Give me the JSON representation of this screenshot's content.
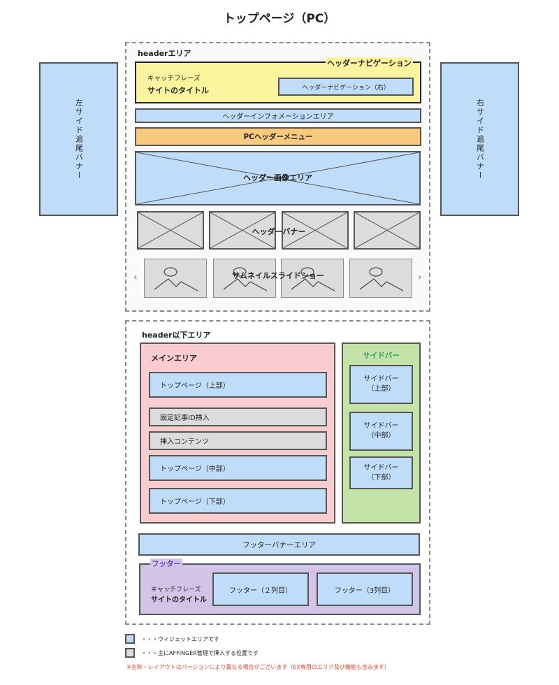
{
  "title": "トップページ（PC）",
  "left_banner": "左サイド追尾バナー",
  "right_banner": "右サイド追尾バナー",
  "header_area": {
    "label": "headerエリア",
    "nav_tag": "ヘッダーナビゲーション",
    "catchphrase": "キャッチフレーズ",
    "site_title": "サイトのタイトル",
    "nav_right": "ヘッダーナビゲーション（右）",
    "info_area": "ヘッダーインフォメーションエリア",
    "pc_menu": "PCヘッダーメニュー",
    "image_area": "ヘッダー画像エリア",
    "banner_label": "ヘッダーバナー",
    "slideshow_label": "サムネイルスライドショー",
    "arrow_prev": "‹",
    "arrow_next": "›"
  },
  "lower_area": {
    "label": "header以下エリア",
    "main": {
      "label": "メインエリア",
      "items": [
        "トップページ（上部）",
        "固定記事ID挿入",
        "挿入コンテンツ",
        "トップページ（中部）",
        "トップページ（下部）"
      ]
    },
    "sidebar": {
      "label": "サイドバー",
      "items": [
        {
          "line1": "サイドバー",
          "line2": "（上部）"
        },
        {
          "line1": "サイドバー",
          "line2": "（中部）"
        },
        {
          "line1": "サイドバー",
          "line2": "（下部）"
        }
      ]
    },
    "footer_banner": "フッターバナーエリア",
    "footer": {
      "label": "フッター",
      "catchphrase": "キャッチフレーズ",
      "site_title": "サイトのタイトル",
      "col2": "フッター（２列目）",
      "col3": "フッター（3列目）"
    }
  },
  "legend": {
    "widget": "・・・ウィジェットエリアです",
    "affinger": "・・・主にAFFINGER管理で挿入する位置です",
    "note": "※名称・レイアウトはバージョンにより異なる場合がございます（EX専用のエリア及び機能も含みます）"
  },
  "colors": {
    "widget": "#bfdcf8",
    "affinger": "#dcdcdc",
    "nav": "#fbf39e",
    "menu": "#f9c97e",
    "main": "#f9cdd0",
    "sidebar": "#c4e3a6",
    "footer": "#d2c4e6",
    "note": "#e0442c"
  }
}
